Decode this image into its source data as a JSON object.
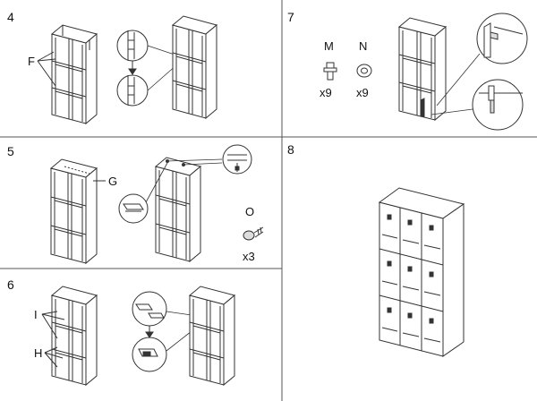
{
  "diagram": {
    "steps": [
      {
        "number": "4",
        "labels": [
          "F"
        ]
      },
      {
        "number": "5",
        "labels": [
          "G",
          "O"
        ],
        "parts": [
          {
            "letter": "O",
            "quantity": "x3"
          }
        ]
      },
      {
        "number": "6",
        "labels": [
          "I",
          "H"
        ]
      },
      {
        "number": "7",
        "labels": [
          "M",
          "N"
        ],
        "parts": [
          {
            "letter": "M",
            "quantity": "x9"
          },
          {
            "letter": "N",
            "quantity": "x9"
          }
        ]
      },
      {
        "number": "8",
        "labels": []
      }
    ]
  },
  "colors": {
    "line": "#333333",
    "divider": "#555555",
    "cabinet_fill": "#ffffff"
  }
}
